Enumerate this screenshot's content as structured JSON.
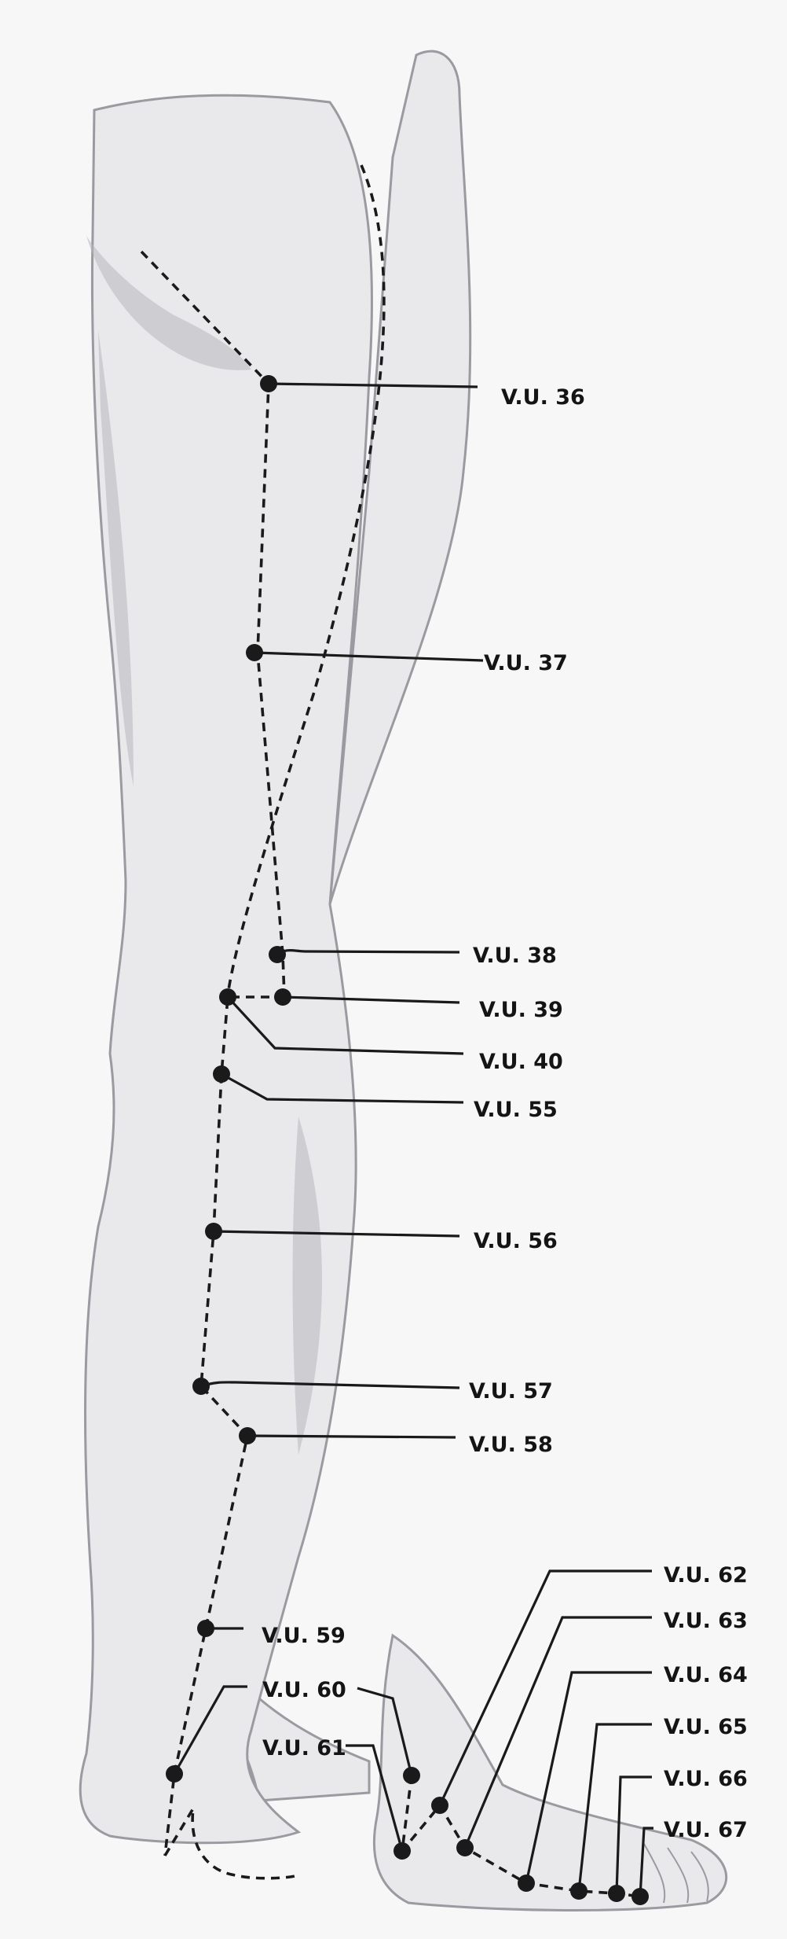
{
  "points": [
    {
      "id": "vu36",
      "label": "V.U. 36"
    },
    {
      "id": "vu37",
      "label": "V.U. 37"
    },
    {
      "id": "vu38",
      "label": "V.U. 38"
    },
    {
      "id": "vu39",
      "label": "V.U. 39"
    },
    {
      "id": "vu40",
      "label": "V.U. 40"
    },
    {
      "id": "vu55",
      "label": "V.U. 55"
    },
    {
      "id": "vu56",
      "label": "V.U. 56"
    },
    {
      "id": "vu57",
      "label": "V.U. 57"
    },
    {
      "id": "vu58",
      "label": "V.U. 58"
    },
    {
      "id": "vu59",
      "label": "V.U. 59"
    },
    {
      "id": "vu60",
      "label": "V.U. 60"
    },
    {
      "id": "vu61",
      "label": "V.U. 61"
    },
    {
      "id": "vu62",
      "label": "V.U. 62"
    },
    {
      "id": "vu63",
      "label": "V.U. 63"
    },
    {
      "id": "vu64",
      "label": "V.U. 64"
    },
    {
      "id": "vu65",
      "label": "V.U. 65"
    },
    {
      "id": "vu66",
      "label": "V.U. 66"
    },
    {
      "id": "vu67",
      "label": "V.U. 67"
    }
  ]
}
